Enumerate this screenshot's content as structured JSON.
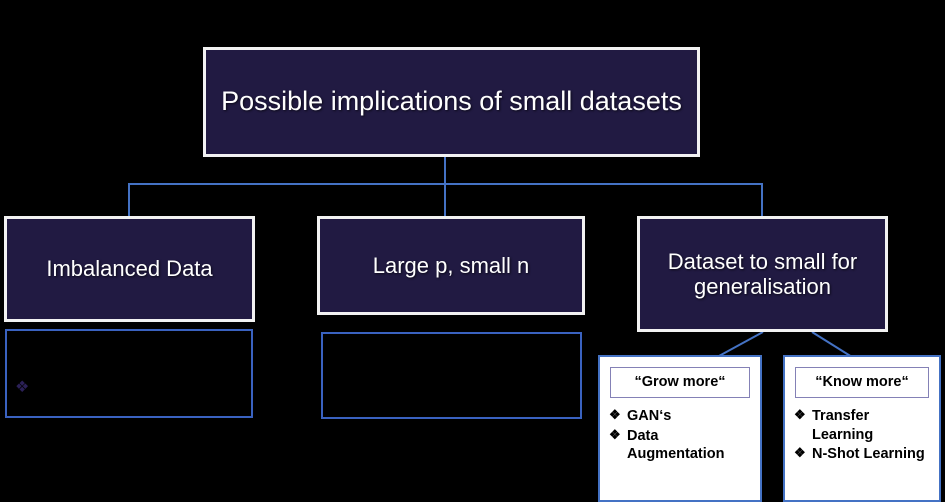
{
  "diagram": {
    "title": "Possible implications of small datasets",
    "root": {
      "label": "Possible implications of small datasets"
    },
    "branches": [
      {
        "label": "Imbalanced Data"
      },
      {
        "label": "Large p, small n"
      },
      {
        "label": "Dataset to small for generalisation"
      }
    ],
    "placeholders": [
      {
        "name": "imbalanced-notes",
        "bullet": "❖",
        "text": ""
      },
      {
        "name": "large-p-notes",
        "text": ""
      }
    ],
    "panels": [
      {
        "title": "“Grow more“",
        "items": [
          {
            "bullet": "❖",
            "label": "GAN‘s"
          },
          {
            "bullet": "❖",
            "label": "Data Augmentation"
          }
        ]
      },
      {
        "title": "“Know more“",
        "items": [
          {
            "bullet": "❖",
            "label": "Transfer Learning"
          },
          {
            "bullet": "❖",
            "label": "N-Shot Learning"
          }
        ]
      }
    ],
    "colors": {
      "background": "#000000",
      "node_fill": "#211a42",
      "node_border": "#f2f2f2",
      "node_text": "#ffffff",
      "connector": "#4472c4",
      "placeholder_border": "#3a62c0",
      "panel_background": "#ffffff",
      "panel_border": "#4472c4",
      "panel_title_border": "#8481b6",
      "panel_text": "#000000"
    }
  }
}
